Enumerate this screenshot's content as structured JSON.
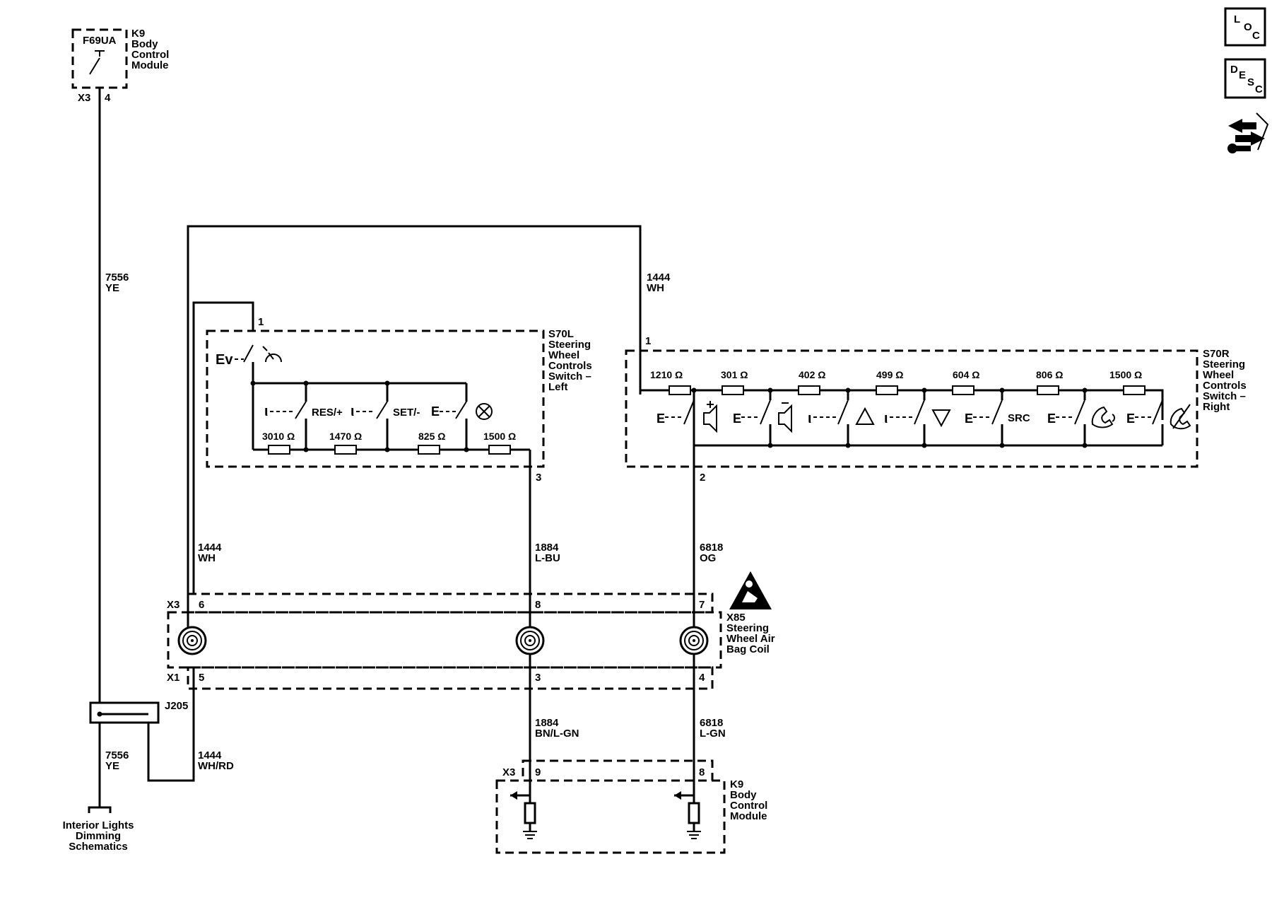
{
  "k9_top": {
    "fuse": "F69UA",
    "title": [
      "K9",
      "Body",
      "Control",
      "Module"
    ],
    "conn": "X3",
    "pin": "4"
  },
  "wires": {
    "w7556_top": [
      "7556",
      "YE"
    ],
    "w1444_top": [
      "1444",
      "WH"
    ],
    "w1444_mid": [
      "1444",
      "WH"
    ],
    "w1884_mid": [
      "1884",
      "L-BU"
    ],
    "w6818_mid": [
      "6818",
      "OG"
    ],
    "w1884_bot": [
      "1884",
      "BN/L-GN"
    ],
    "w6818_bot": [
      "6818",
      "L-GN"
    ],
    "w7556_bot": [
      "7556",
      "YE"
    ],
    "w1444_bot": [
      "1444",
      "WH/RD"
    ]
  },
  "s70l": {
    "title": [
      "S70L",
      "Steering",
      "Wheel",
      "Controls",
      "Switch –",
      "Left"
    ],
    "pin_top": "1",
    "pin_bottom": "3",
    "switch_labels": [
      "RES/+",
      "SET/-"
    ],
    "resistors": [
      "3010 Ω",
      "1470 Ω",
      "825 Ω",
      "1500 Ω"
    ]
  },
  "s70r": {
    "title": [
      "S70R",
      "Steering",
      "Wheel",
      "Controls",
      "Switch –",
      "Right"
    ],
    "pin_top": "1",
    "pin_bottom": "2",
    "resistors": [
      "1210 Ω",
      "301 Ω",
      "402 Ω",
      "499 Ω",
      "604 Ω",
      "806 Ω",
      "1500 Ω"
    ],
    "src_label": "SRC"
  },
  "x85": {
    "title": [
      "X85",
      "Steering",
      "Wheel Air",
      "Bag Coil"
    ],
    "conn_top": "X3",
    "conn_bottom": "X1",
    "top_pins": [
      "6",
      "8",
      "7"
    ],
    "bottom_pins": [
      "5",
      "3",
      "4"
    ]
  },
  "splice": "J205",
  "interior": [
    "Interior Lights",
    "Dimming",
    "Schematics"
  ],
  "k9_bottom": {
    "title": [
      "K9",
      "Body",
      "Control",
      "Module"
    ],
    "conn": "X3",
    "pins": [
      "9",
      "8"
    ]
  },
  "side_icons": {
    "loc": [
      "L",
      "O",
      "C"
    ],
    "desc": [
      "D",
      "E",
      "S",
      "C"
    ],
    "names": [
      "location-icon",
      "description-icon",
      "repair-procedure-icon"
    ]
  },
  "colors": {
    "line": "#000000",
    "background": "#ffffff"
  }
}
